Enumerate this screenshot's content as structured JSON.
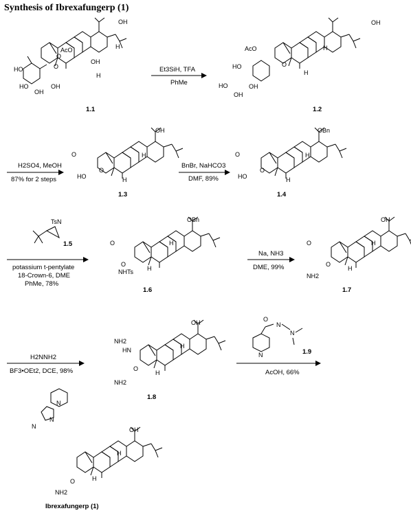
{
  "title": "Synthesis of Ibrexafungerp (1)",
  "compounds": {
    "c1_1": "1.1",
    "c1_2": "1.2",
    "c1_3": "1.3",
    "c1_4": "1.4",
    "c1_5": "1.5",
    "c1_6": "1.6",
    "c1_7": "1.7",
    "c1_8": "1.8",
    "c1_9": "1.9",
    "final": "Ibrexafungerp (1)"
  },
  "steps": {
    "s1": {
      "line1": "Et3SiH, TFA",
      "line2": "PhMe"
    },
    "s2": {
      "line1": "H2SO4, MeOH",
      "line2": "87% for 2 steps"
    },
    "s3": {
      "line1": "BnBr, NaHCO3",
      "line2": "DMF, 89%"
    },
    "s4": {
      "line1": "potassium t-pentylate",
      "line2": "18-Crown-6, DME",
      "line3": "PhMe, 78%"
    },
    "s5": {
      "line1": "Na, NH3",
      "line2": "DME, 99%"
    },
    "s6": {
      "line1": "H2NNH2",
      "line2": "BF3•OEt2, DCE, 98%"
    },
    "s7": {
      "line1": "AcOH, 66%"
    }
  },
  "atoms": {
    "acid": "OH",
    "ester": "OBn",
    "ac": "AcO",
    "oh": "OH",
    "ho": "HO",
    "h": "H",
    "o": "O",
    "me_o": "O",
    "ts": "TsN",
    "nhts": "NHTs",
    "nh2": "NH2",
    "n": "N",
    "hn": "HN"
  }
}
